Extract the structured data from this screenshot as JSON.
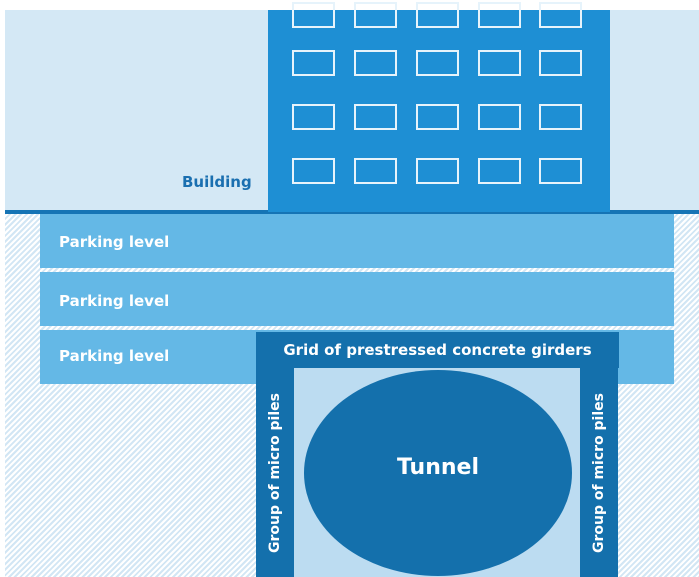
{
  "labels": {
    "building": "Building",
    "parking_levels": [
      "Parking level",
      "Parking level",
      "Parking level"
    ],
    "girders": "Grid of prestressed concrete girders",
    "tunnel": "Tunnel",
    "pile_left": "Group of micro piles",
    "pile_right": "Group of micro piles"
  },
  "colors": {
    "building": "#1e8fd4",
    "structure_dark": "#1470ac",
    "parking": "#64b8e6",
    "sky": "#d4e8f5",
    "ground_line": "#1574b5",
    "void": "#bcdcf1"
  }
}
